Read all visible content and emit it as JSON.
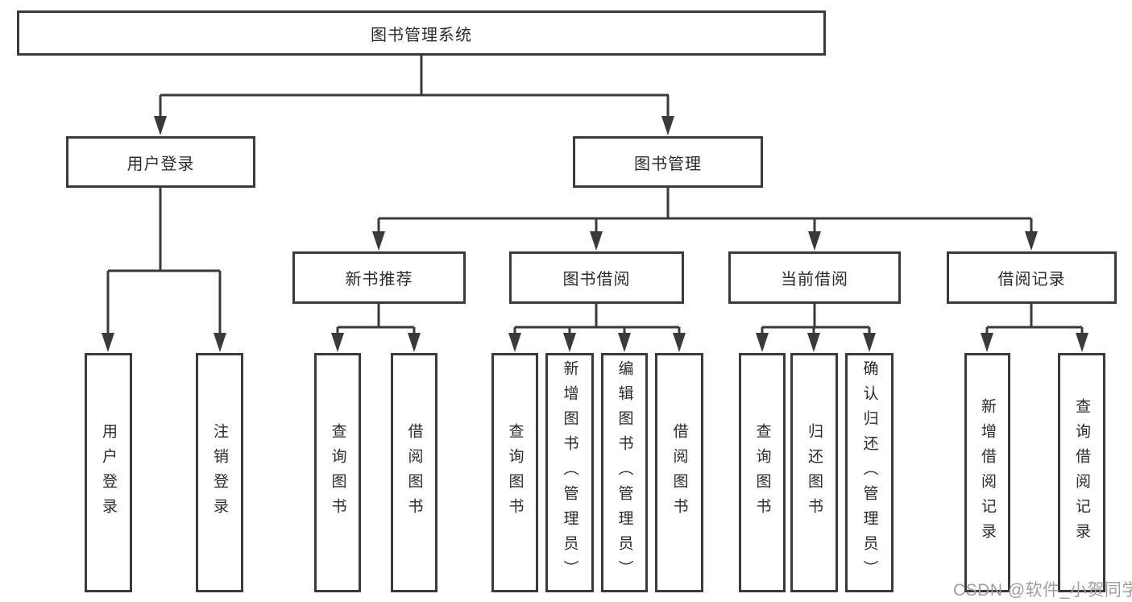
{
  "tree": {
    "root": {
      "label": "图书管理系统"
    },
    "branches": [
      {
        "label": "用户登录",
        "leaves": [
          {
            "label": "用户登录"
          },
          {
            "label": "注销登录"
          }
        ]
      },
      {
        "label": "图书管理",
        "children": [
          {
            "label": "新书推荐",
            "leaves": [
              {
                "label": "查询图书"
              },
              {
                "label": "借阅图书"
              }
            ]
          },
          {
            "label": "图书借阅",
            "leaves": [
              {
                "label": "查询图书"
              },
              {
                "label": "新增图书（管理员）"
              },
              {
                "label": "编辑图书（管理员）"
              },
              {
                "label": "借阅图书"
              }
            ]
          },
          {
            "label": "当前借阅",
            "leaves": [
              {
                "label": "查询图书"
              },
              {
                "label": "归还图书"
              },
              {
                "label": "确认归还（管理员）"
              }
            ]
          },
          {
            "label": "借阅记录",
            "leaves": [
              {
                "label": "新增借阅记录"
              },
              {
                "label": "查询借阅记录"
              }
            ]
          }
        ]
      }
    ]
  },
  "watermark": {
    "text": "CSDN @软件_小贺同学"
  },
  "colors": {
    "line": "#3a3a3a",
    "text": "#2b2b2b",
    "box_background": "#ffffff",
    "page_background": "#ffffff",
    "watermark": "#9e9e9e"
  }
}
